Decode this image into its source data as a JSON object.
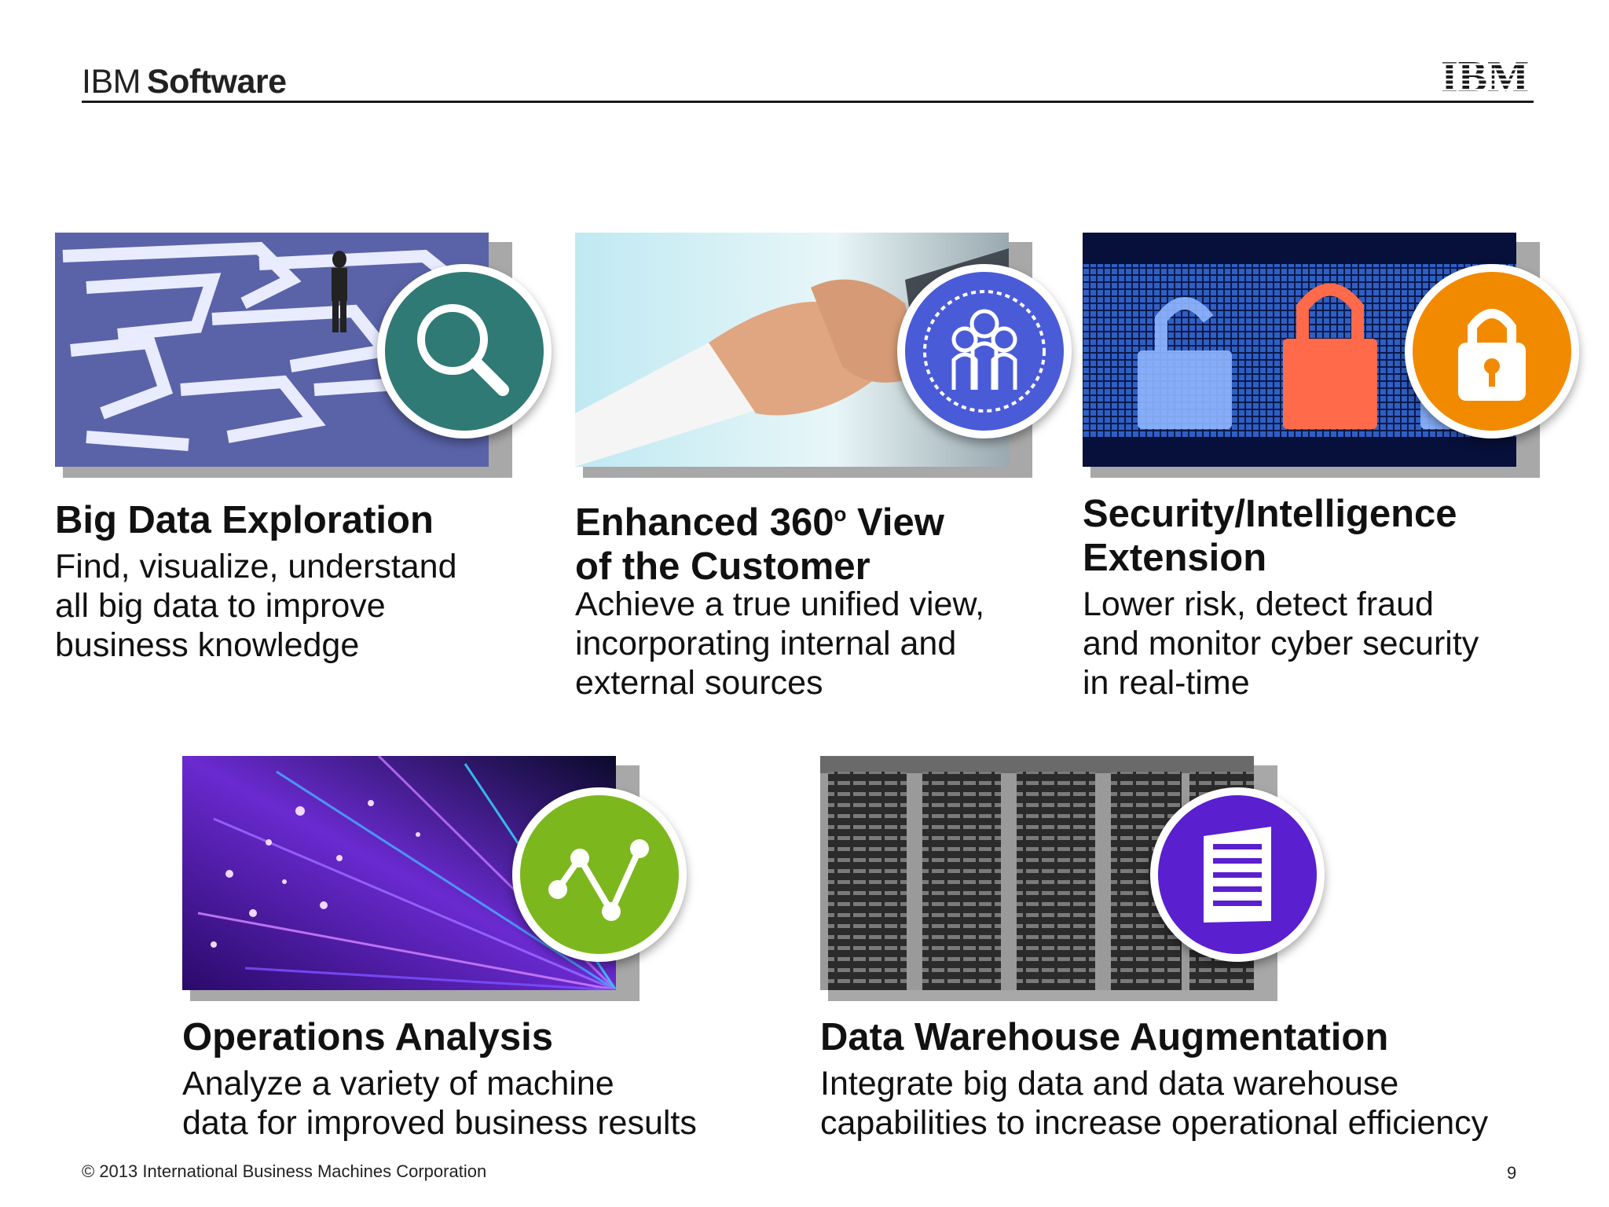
{
  "header": {
    "brand_light": "IBM",
    "brand_bold": "Software",
    "logo_text": "IBM"
  },
  "cards": [
    {
      "title_line1": "Big Data Exploration",
      "title_line2": "",
      "description": [
        "Find, visualize, understand",
        "all big data to improve",
        "business knowledge"
      ],
      "icon": "magnifier-icon",
      "badge_color": "#2f7a75"
    },
    {
      "title_line1_pre": "Enhanced 360",
      "title_line1_sup": "o",
      "title_line1_post": " View",
      "title_line2": "of the Customer",
      "description": [
        "Achieve a true unified view,",
        "incorporating internal and",
        "external sources"
      ],
      "icon": "people-cycle-icon",
      "badge_color": "#4a5bd8"
    },
    {
      "title_line1": "Security/Intelligence",
      "title_line2": "Extension",
      "description": [
        "Lower risk, detect fraud",
        "and monitor cyber security",
        "in real-time"
      ],
      "icon": "padlock-icon",
      "badge_color": "#f28a00"
    },
    {
      "title_line1": "Operations Analysis",
      "title_line2": "",
      "description": [
        "Analyze a variety of machine",
        "data for improved business results"
      ],
      "icon": "line-graph-icon",
      "badge_color": "#7db71e"
    },
    {
      "title_line1": "Data Warehouse Augmentation",
      "title_line2": "",
      "description": [
        "Integrate big data and data warehouse",
        "capabilities to increase operational efficiency"
      ],
      "icon": "building-icon",
      "badge_color": "#5a1fcf"
    }
  ],
  "footer": {
    "copyright": "© 2013 International Business Machines Corporation",
    "page_number": "9"
  },
  "colors": {
    "rule": "#1a1a1a",
    "shadow": "#a8a8a8",
    "text": "#111111"
  }
}
